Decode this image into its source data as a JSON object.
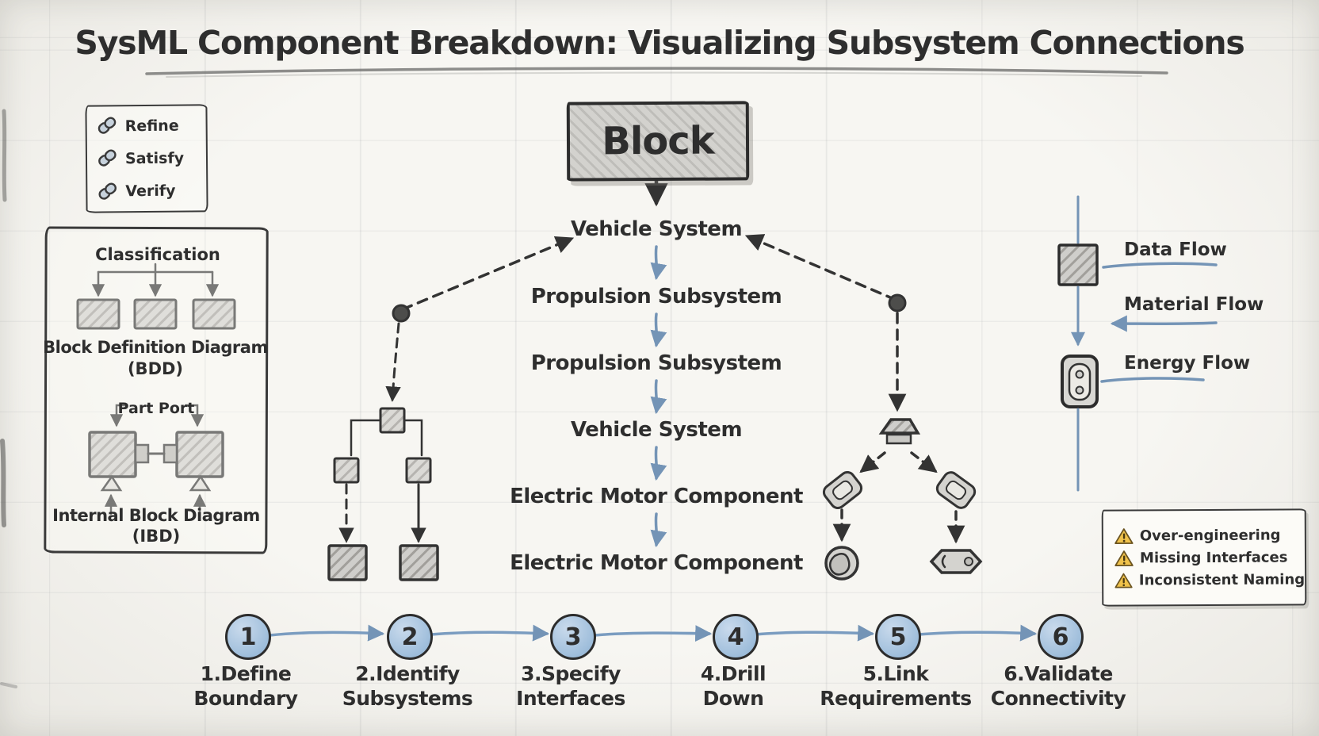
{
  "title": "SysML Component Breakdown: Visualizing Subsystem Connections",
  "relationships": {
    "items": [
      {
        "label": "Refine"
      },
      {
        "label": "Satisfy"
      },
      {
        "label": "Verify"
      }
    ]
  },
  "left_panel": {
    "classification_label": "Classification",
    "bdd_caption_line1": "Block Definition Diagram",
    "bdd_caption_line2": "(BDD)",
    "part_port_label": "Part Port",
    "ibd_caption_line1": "Internal Block Diagram",
    "ibd_caption_line2": "(IBD)"
  },
  "hierarchy": {
    "root_label": "Block",
    "levels": [
      "Vehicle System",
      "Propulsion Subsystem",
      "Propulsion Subsystem",
      "Vehicle System",
      "Electric Motor Component",
      "Electric Motor Component"
    ]
  },
  "flow_legend": {
    "items": [
      {
        "label": "Data Flow"
      },
      {
        "label": "Material Flow"
      },
      {
        "label": "Energy Flow"
      }
    ]
  },
  "warnings": {
    "items": [
      {
        "label": "Over-engineering"
      },
      {
        "label": "Missing Interfaces"
      },
      {
        "label": "Inconsistent Naming"
      }
    ]
  },
  "steps": {
    "items": [
      {
        "number": "1",
        "line1": "1.Define",
        "line2": "Boundary"
      },
      {
        "number": "2",
        "line1": "2.Identify",
        "line2": "Subsystems"
      },
      {
        "number": "3",
        "line1": "3.Specify",
        "line2": "Interfaces"
      },
      {
        "number": "4",
        "line1": "4.Drill",
        "line2": "Down"
      },
      {
        "number": "5",
        "line1": "5.Link",
        "line2": "Requirements"
      },
      {
        "number": "6",
        "line1": "6.Validate",
        "line2": "Connectivity"
      }
    ]
  },
  "colors": {
    "ink": "#2e2e2e",
    "accent_blue": "#7494b6",
    "step_circle_fill": "#aac6e0",
    "warning_yellow": "#f0c24b",
    "paper": "#f7f6f2"
  }
}
